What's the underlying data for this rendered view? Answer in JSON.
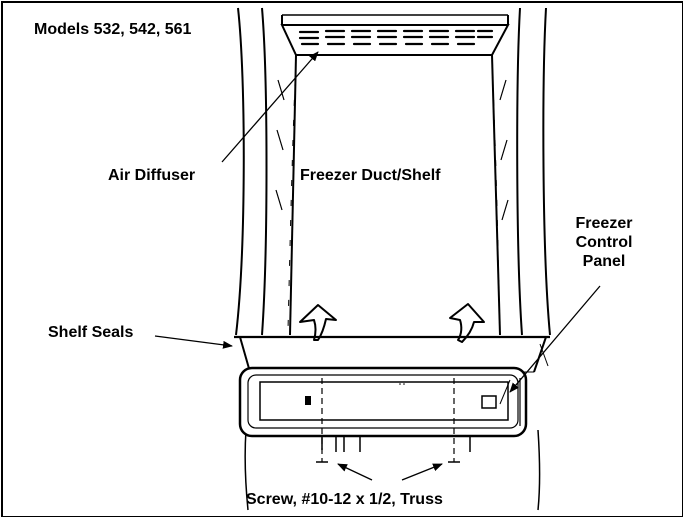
{
  "diagram": {
    "labels": {
      "models": "Models 532, 542, 561",
      "air_diffuser": "Air Diffuser",
      "freezer_duct_shelf": "Freezer Duct/Shelf",
      "freezer_control_panel": [
        "Freezer",
        "Control",
        "Panel"
      ],
      "shelf_seals": "Shelf Seals",
      "screw": "Screw, #10-12 x 1/2, Truss"
    },
    "colors": {
      "ink": "#000000",
      "background": "#ffffff"
    },
    "icons": [
      "arrow-up-left-icon",
      "arrow-up-right-icon",
      "screw-icon"
    ]
  }
}
